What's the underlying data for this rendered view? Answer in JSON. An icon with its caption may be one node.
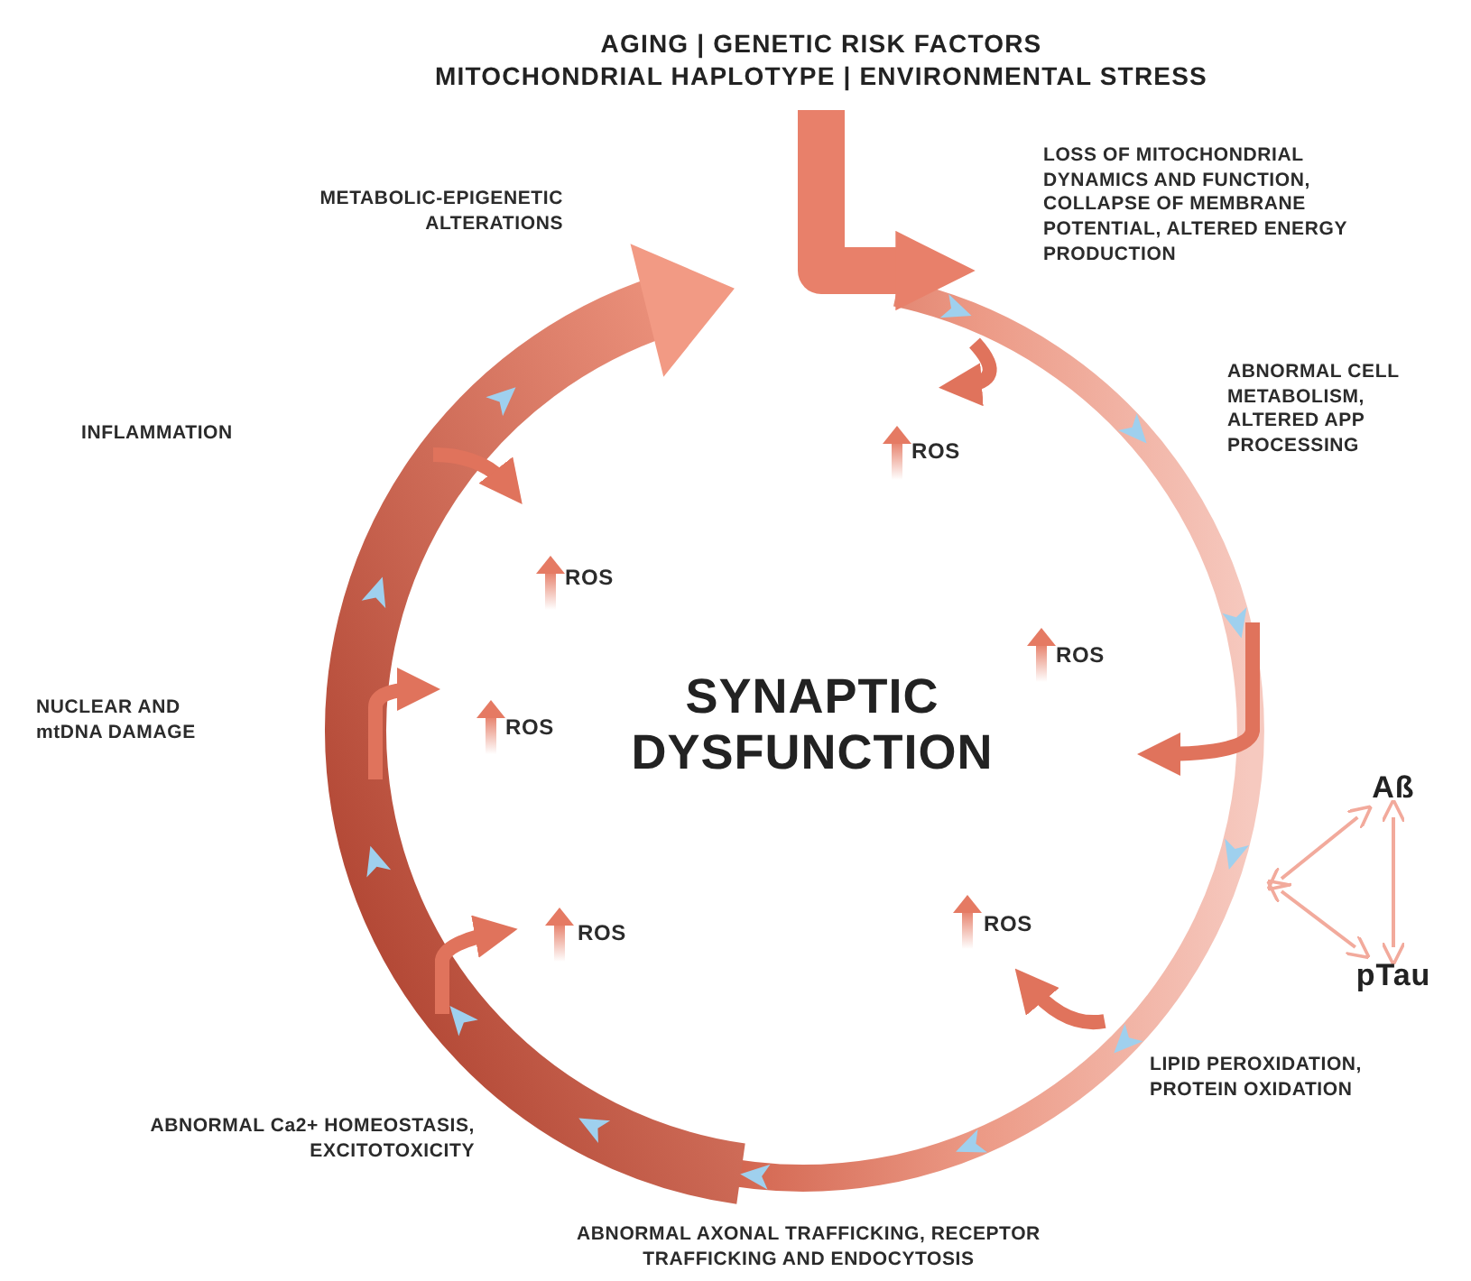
{
  "diagram": {
    "nodes": [
      {
        "text": [
          "AGING | GENETIC RISK FACTORS",
          "MITOCHONDRIAL HAPLOTYPE | ENVIRONMENTAL STRESS"
        ]
      },
      {
        "text": [
          "SYNAPTIC DYSFUNCTION"
        ]
      },
      {
        "text": [
          "Aß"
        ]
      },
      {
        "text": [
          "pTau"
        ]
      }
    ],
    "edges": [
      {
        "from": 0,
        "to": null,
        "arrow": "to",
        "style": "thick",
        "color": "#e8806a"
      },
      {
        "from": 2,
        "to": null,
        "arrow": "both"
      },
      {
        "from": 3,
        "to": null,
        "arrow": "both"
      },
      {
        "from": 2,
        "to": 3,
        "arrow": "both"
      }
    ],
    "labels": [
      "LOSS OF MITOCHONDRIAL DYNAMICS AND FUNCTION, COLLAPSE OF MEMBRANE POTENTIAL, ALTERED ENERGY PRODUCTION",
      "METABOLIC-EPIGENETIC ALTERATIONS",
      "ABNORMAL CELL METABOLISM, ALTERED APP PROCESSING",
      "INFLAMMATION",
      "ROS",
      "ROS",
      "ROS",
      "NUCLEAR AND mtDNA DAMAGE",
      "ROS",
      "ROS",
      "ROS",
      "LIPID PEROXIDATION, PROTEIN OXIDATION",
      "ABNORMAL Ca2+ HOMEOSTASIS, EXCITOTOXICITY",
      "ABNORMAL AXONAL TRAFFICKING, RECEPTOR TRAFFICKING AND ENDOCYTOSIS"
    ]
  }
}
